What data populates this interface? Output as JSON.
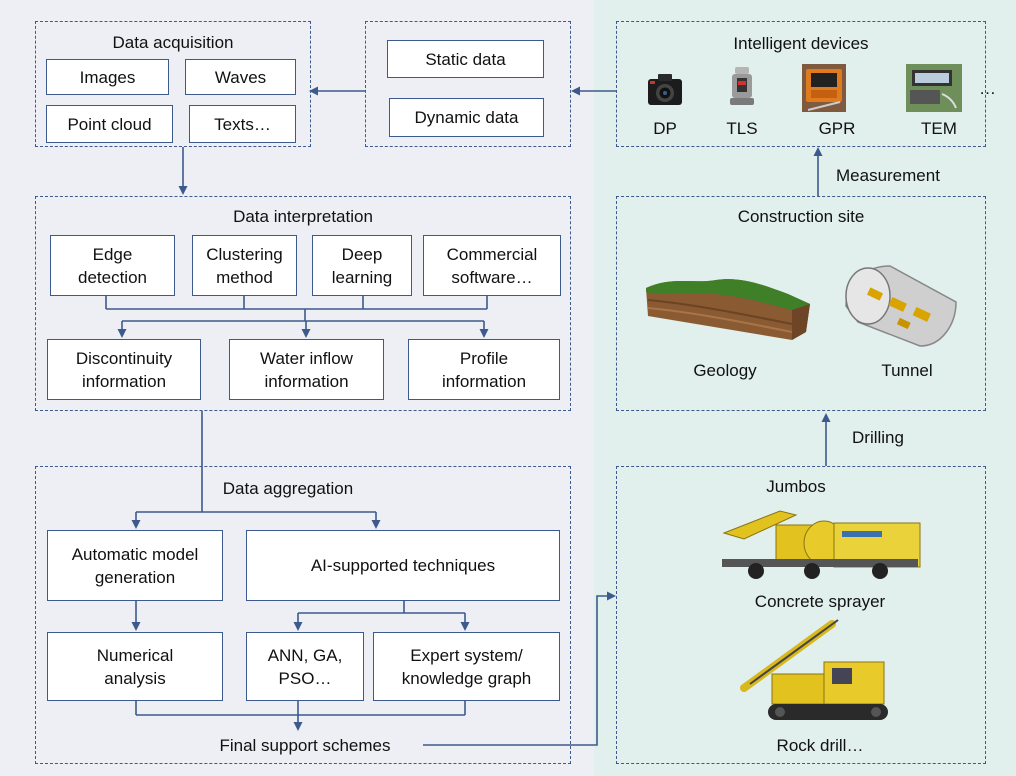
{
  "acquisition": {
    "title": "Data acquisition",
    "items": [
      "Images",
      "Waves",
      "Point cloud",
      "Texts…"
    ]
  },
  "data_types": [
    "Static data",
    "Dynamic data"
  ],
  "devices": {
    "title": "Intelligent devices",
    "items": [
      "DP",
      "TLS",
      "GPR",
      "TEM"
    ],
    "more": "…"
  },
  "labels": {
    "measurement": "Measurement",
    "drilling": "Drilling"
  },
  "interpretation": {
    "title": "Data interpretation",
    "methods": [
      "Edge\ndetection",
      "Clustering\nmethod",
      "Deep\nlearning",
      "Commercial\nsoftware…"
    ],
    "outputs": [
      "Discontinuity\ninformation",
      "Water inflow\ninformation",
      "Profile\ninformation"
    ]
  },
  "construction": {
    "title": "Construction site",
    "items": [
      "Geology",
      "Tunnel"
    ]
  },
  "aggregation": {
    "title": "Data aggregation",
    "blocks": [
      "Automatic model\ngeneration",
      "AI-supported techniques",
      "Numerical\nanalysis",
      "ANN, GA,\nPSO…",
      "Expert system/\nknowledge graph"
    ],
    "final": "Final support schemes"
  },
  "jumbos": {
    "title": "Jumbos",
    "items": [
      "Concrete sprayer",
      "Rock drill…"
    ]
  },
  "colors": {
    "border": "#3d5a8c",
    "left_background": "#eeeff5",
    "right_background": "#e1efed"
  }
}
